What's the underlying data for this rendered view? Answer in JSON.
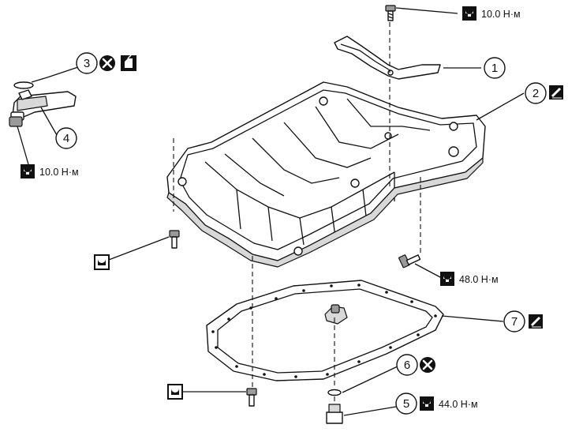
{
  "callouts": {
    "c1": "1",
    "c2": "2",
    "c3": "3",
    "c4": "4",
    "c5": "5",
    "c6": "6",
    "c7": "7"
  },
  "torques": {
    "top_bolt": "10.0 Н·м",
    "filter_bolt": "10.0 Н·м",
    "side_bolt": "48.0 Н·м",
    "drain_plug": "44.0 Н·м"
  },
  "icons": {
    "torque": "torque-wrench-icon",
    "do_not_reuse": "do-not-reuse-icon",
    "apply_oil": "oil-can-icon",
    "sealant": "sealant-tube-icon"
  }
}
